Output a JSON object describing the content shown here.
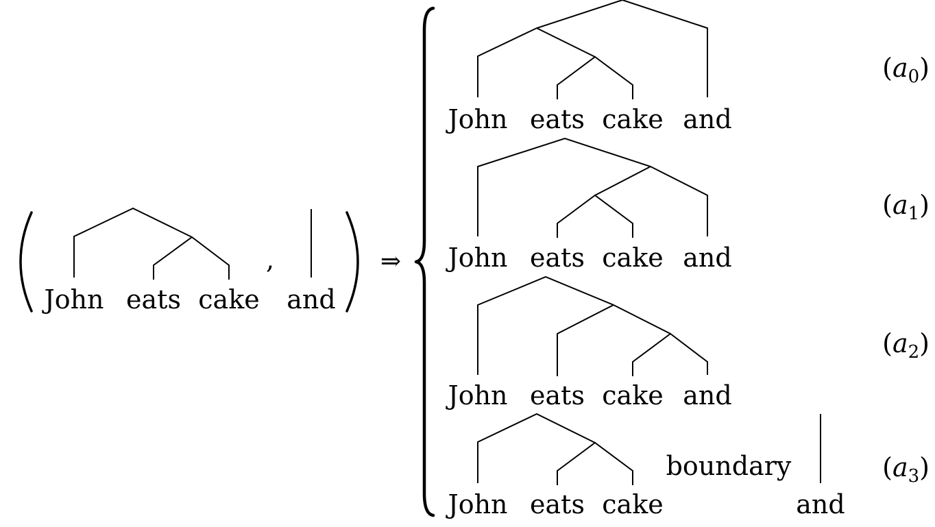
{
  "input": {
    "tree": {
      "words": [
        "John",
        "eats",
        "cake"
      ]
    },
    "comma": ",",
    "new_word": "and"
  },
  "arrow": "⇒",
  "outputs": [
    {
      "words": [
        "John",
        "eats",
        "cake",
        "and"
      ],
      "label": {
        "var": "a",
        "index": "0"
      }
    },
    {
      "words": [
        "John",
        "eats",
        "cake",
        "and"
      ],
      "label": {
        "var": "a",
        "index": "1"
      }
    },
    {
      "words": [
        "John",
        "eats",
        "cake",
        "and"
      ],
      "label": {
        "var": "a",
        "index": "2"
      }
    },
    {
      "words": [
        "John",
        "eats",
        "cake",
        "and"
      ],
      "boundary": "boundary",
      "label": {
        "var": "a",
        "index": "3"
      }
    }
  ],
  "colors": {
    "ink": "#000000",
    "background": "#ffffff"
  }
}
